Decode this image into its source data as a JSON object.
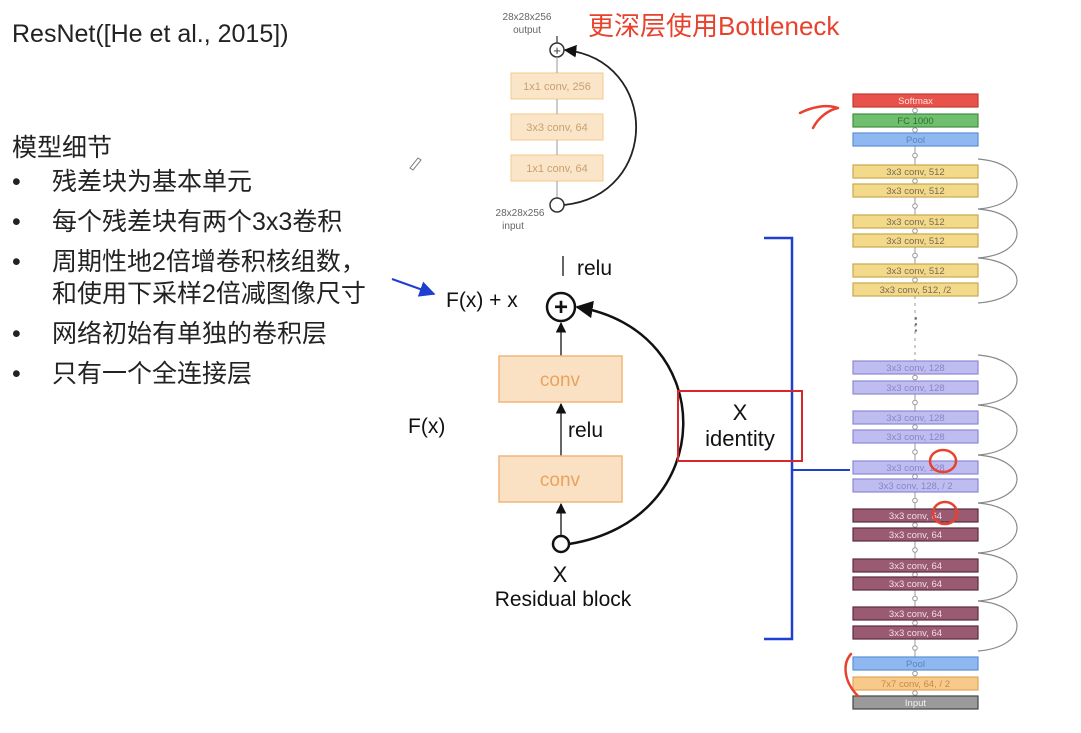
{
  "slide": {
    "title": "ResNet([He et al., 2015])",
    "section_heading": "模型细节",
    "bullets": [
      {
        "marker": "•",
        "text": "残差块为基本单元"
      },
      {
        "marker": "•",
        "text": "每个残差块有两个3x3卷积"
      },
      {
        "marker": "•",
        "text": "周期性地2倍增卷积核组数，和使用下采样2倍减图像尺寸"
      },
      {
        "marker": "•",
        "text": "网络初始有单独的卷积层"
      },
      {
        "marker": "•",
        "text": "只有一个全连接层"
      }
    ],
    "handwritten_note": "更深层使用Bottleneck"
  },
  "bottleneck": {
    "output_label": [
      "28x28x256",
      "output"
    ],
    "input_label": [
      "28x28x256",
      "input"
    ],
    "layers": [
      "1x1 conv, 256",
      "3x3 conv, 64",
      "1x1 conv, 64"
    ]
  },
  "residual_block": {
    "sum_label": "F(x) + x",
    "top_relu": "relu",
    "mid_relu": "relu",
    "fx_label": "F(x)",
    "conv_top": "conv",
    "conv_bottom": "conv",
    "input_x": "X",
    "caption": "Residual block",
    "identity_x": "X",
    "identity_label": "identity"
  },
  "resnet_stack": {
    "layers": [
      {
        "text": "Softmax",
        "kind": "softmax"
      },
      {
        "text": "FC 1000",
        "kind": "fc"
      },
      {
        "text": "Pool",
        "kind": "pool"
      },
      {
        "text": "3x3 conv, 512",
        "kind": "c512"
      },
      {
        "text": "3x3 conv, 512",
        "kind": "c512"
      },
      {
        "text": "3x3 conv, 512",
        "kind": "c512"
      },
      {
        "text": "3x3 conv, 512",
        "kind": "c512"
      },
      {
        "text": "3x3 conv, 512",
        "kind": "c512"
      },
      {
        "text": "3x3 conv, 512, /2",
        "kind": "c512"
      },
      {
        "text": "3x3 conv, 128",
        "kind": "c128"
      },
      {
        "text": "3x3 conv, 128",
        "kind": "c128"
      },
      {
        "text": "3x3 conv, 128",
        "kind": "c128"
      },
      {
        "text": "3x3 conv, 128",
        "kind": "c128"
      },
      {
        "text": "3x3 conv, 128",
        "kind": "c128"
      },
      {
        "text": "3x3 conv, 128, / 2",
        "kind": "c128"
      },
      {
        "text": "3x3 conv, 64",
        "kind": "c64"
      },
      {
        "text": "3x3 conv, 64",
        "kind": "c64"
      },
      {
        "text": "3x3 conv, 64",
        "kind": "c64"
      },
      {
        "text": "3x3 conv, 64",
        "kind": "c64"
      },
      {
        "text": "3x3 conv, 64",
        "kind": "c64"
      },
      {
        "text": "3x3 conv, 64",
        "kind": "c64"
      },
      {
        "text": "Pool",
        "kind": "pool"
      },
      {
        "text": "7x7 conv, 64, / 2",
        "kind": "c7"
      },
      {
        "text": "Input",
        "kind": "input"
      }
    ],
    "ellipsis": "⋮"
  },
  "colors": {
    "softmax": "#e8524a",
    "fc": "#6fbf6f",
    "pool": "#8fb8f0",
    "c512": "#f3d98a",
    "c128": "#bfbcef",
    "c64": "#9a5a72",
    "c7": "#f7c98a",
    "input": "#9a9a9a",
    "annotation_red": "#e8412c",
    "annotation_blue": "#1f3fd0",
    "conv_box": "#fbe1c4"
  }
}
